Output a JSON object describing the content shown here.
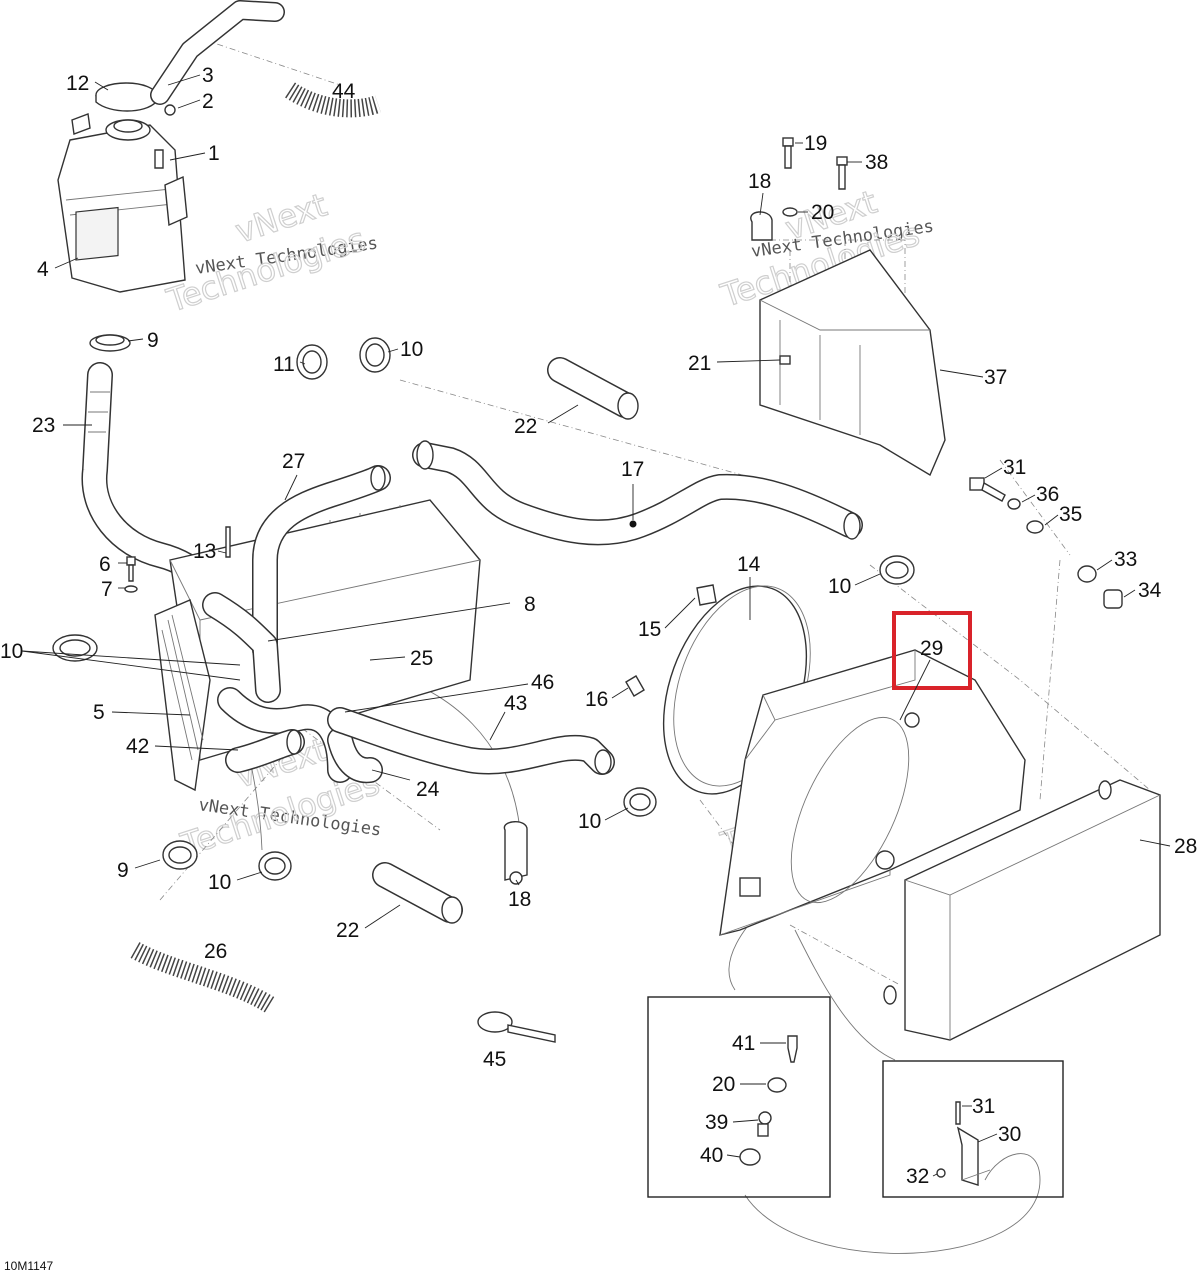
{
  "watermark": {
    "line1": "vNext",
    "line2": "vNext Technologies",
    "line3": "Technologies"
  },
  "drawing_code": "10M1147",
  "highlight": {
    "label": "29",
    "color": "#d9232a"
  },
  "parts": [
    {
      "id": "p12a",
      "label": "12"
    },
    {
      "id": "p3",
      "label": "3"
    },
    {
      "id": "p44",
      "label": "44"
    },
    {
      "id": "p2",
      "label": "2"
    },
    {
      "id": "p1",
      "label": "1"
    },
    {
      "id": "p4",
      "label": "4"
    },
    {
      "id": "p9a",
      "label": "9"
    },
    {
      "id": "p11",
      "label": "11"
    },
    {
      "id": "p10a",
      "label": "10"
    },
    {
      "id": "p23",
      "label": "23"
    },
    {
      "id": "p22a",
      "label": "22"
    },
    {
      "id": "p27",
      "label": "27"
    },
    {
      "id": "p17",
      "label": "17"
    },
    {
      "id": "p13",
      "label": "13"
    },
    {
      "id": "p6",
      "label": "6"
    },
    {
      "id": "p7",
      "label": "7"
    },
    {
      "id": "p8",
      "label": "8"
    },
    {
      "id": "p10b",
      "label": "10"
    },
    {
      "id": "p25",
      "label": "25"
    },
    {
      "id": "p46",
      "label": "46"
    },
    {
      "id": "p5",
      "label": "5"
    },
    {
      "id": "p43",
      "label": "43"
    },
    {
      "id": "p42",
      "label": "42"
    },
    {
      "id": "p24",
      "label": "24"
    },
    {
      "id": "p9b",
      "label": "9"
    },
    {
      "id": "p10c",
      "label": "10"
    },
    {
      "id": "p22b",
      "label": "22"
    },
    {
      "id": "p18a",
      "label": "18"
    },
    {
      "id": "p26",
      "label": "26"
    },
    {
      "id": "p45",
      "label": "45"
    },
    {
      "id": "p19",
      "label": "19"
    },
    {
      "id": "p38",
      "label": "38"
    },
    {
      "id": "p18b",
      "label": "18"
    },
    {
      "id": "p20a",
      "label": "20"
    },
    {
      "id": "p21",
      "label": "21"
    },
    {
      "id": "p37",
      "label": "37"
    },
    {
      "id": "p31a",
      "label": "31"
    },
    {
      "id": "p36",
      "label": "36"
    },
    {
      "id": "p35",
      "label": "35"
    },
    {
      "id": "p33",
      "label": "33"
    },
    {
      "id": "p34",
      "label": "34"
    },
    {
      "id": "p14",
      "label": "14"
    },
    {
      "id": "p10d",
      "label": "10"
    },
    {
      "id": "p15",
      "label": "15"
    },
    {
      "id": "p29",
      "label": "29"
    },
    {
      "id": "p16",
      "label": "16"
    },
    {
      "id": "p10e",
      "label": "10"
    },
    {
      "id": "p28",
      "label": "28"
    },
    {
      "id": "p41",
      "label": "41"
    },
    {
      "id": "p20b",
      "label": "20"
    },
    {
      "id": "p39",
      "label": "39"
    },
    {
      "id": "p40",
      "label": "40"
    },
    {
      "id": "p31b",
      "label": "31"
    },
    {
      "id": "p30",
      "label": "30"
    },
    {
      "id": "p32",
      "label": "32"
    }
  ]
}
